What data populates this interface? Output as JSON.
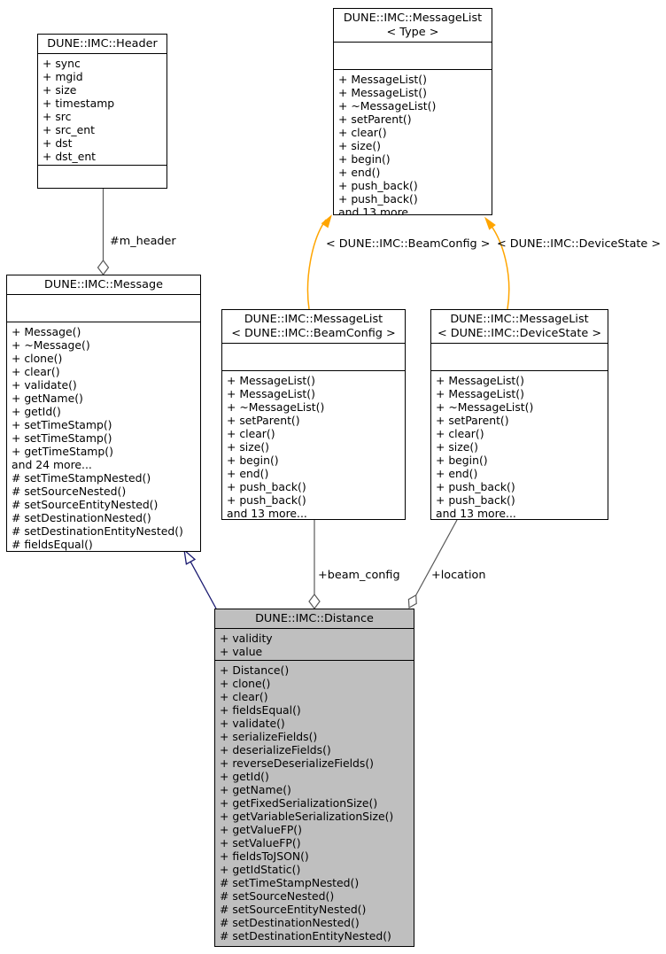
{
  "colors": {
    "box_border": "#000000",
    "box_fill": "#ffffff",
    "highlight_fill": "#bfbfbf",
    "member_edge": "#595959",
    "template_edge": "#ffa500",
    "inheritance_edge": "#191970"
  },
  "classes": {
    "header": {
      "title_lines": [
        "DUNE::IMC::Header"
      ],
      "attributes": [
        "+ sync",
        "+ mgid",
        "+ size",
        "+ timestamp",
        "+ src",
        "+ src_ent",
        "+ dst",
        "+ dst_ent"
      ],
      "methods": []
    },
    "messagelist_type": {
      "title_lines": [
        "DUNE::IMC::MessageList",
        "< Type >"
      ],
      "attributes": [],
      "methods": [
        "+ MessageList()",
        "+ MessageList()",
        "+ ~MessageList()",
        "+ setParent()",
        "+ clear()",
        "+ size()",
        "+ begin()",
        "+ end()",
        "+ push_back()",
        "+ push_back()",
        "and 13 more..."
      ]
    },
    "message": {
      "title_lines": [
        "DUNE::IMC::Message"
      ],
      "attributes": [],
      "methods": [
        "+ Message()",
        "+ ~Message()",
        "+ clone()",
        "+ clear()",
        "+ validate()",
        "+ getName()",
        "+ getId()",
        "+ setTimeStamp()",
        "+ setTimeStamp()",
        "+ getTimeStamp()",
        "and 24 more...",
        "# setTimeStampNested()",
        "# setSourceNested()",
        "# setSourceEntityNested()",
        "# setDestinationNested()",
        "# setDestinationEntityNested()",
        "# fieldsEqual()"
      ]
    },
    "messagelist_beamconfig": {
      "title_lines": [
        "DUNE::IMC::MessageList",
        "< DUNE::IMC::BeamConfig >"
      ],
      "attributes": [],
      "methods": [
        "+ MessageList()",
        "+ MessageList()",
        "+ ~MessageList()",
        "+ setParent()",
        "+ clear()",
        "+ size()",
        "+ begin()",
        "+ end()",
        "+ push_back()",
        "+ push_back()",
        "and 13 more..."
      ]
    },
    "messagelist_devicestate": {
      "title_lines": [
        "DUNE::IMC::MessageList",
        "< DUNE::IMC::DeviceState >"
      ],
      "attributes": [],
      "methods": [
        "+ MessageList()",
        "+ MessageList()",
        "+ ~MessageList()",
        "+ setParent()",
        "+ clear()",
        "+ size()",
        "+ begin()",
        "+ end()",
        "+ push_back()",
        "+ push_back()",
        "and 13 more..."
      ]
    },
    "distance": {
      "title_lines": [
        "DUNE::IMC::Distance"
      ],
      "attributes": [
        "+ validity",
        "+ value"
      ],
      "methods": [
        "+ Distance()",
        "+ clone()",
        "+ clear()",
        "+ fieldsEqual()",
        "+ validate()",
        "+ serializeFields()",
        "+ deserializeFields()",
        "+ reverseDeserializeFields()",
        "+ getId()",
        "+ getName()",
        "+ getFixedSerializationSize()",
        "+ getVariableSerializationSize()",
        "+ getValueFP()",
        "+ setValueFP()",
        "+ fieldsToJSON()",
        "+ getIdStatic()",
        "# setTimeStampNested()",
        "# setSourceNested()",
        "# setSourceEntityNested()",
        "# setDestinationNested()",
        "# setDestinationEntityNested()"
      ]
    }
  },
  "edge_labels": {
    "m_header": "#m_header",
    "beam_config": "+beam_config",
    "location": "+location",
    "template_beamconfig": "< DUNE::IMC::BeamConfig >",
    "template_devicestate": "< DUNE::IMC::DeviceState >"
  }
}
